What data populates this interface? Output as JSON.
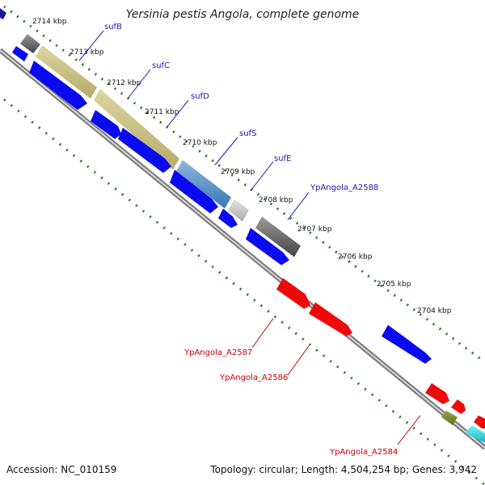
{
  "title": "Yersinia pestis Angola, complete genome",
  "footer": {
    "accession": "Accession: NC_010159",
    "topology": "Topology: circular; Length: 4,504,254 bp; Genes: 3,942"
  },
  "colors": {
    "forward_cds": "#0a0aee",
    "reverse_cds": "#ee0a0a",
    "gene_label_forward": "#1a1aaa",
    "gene_label_reverse": "#cc0000",
    "tick_mark": "#1f7a1f",
    "backbone": "#888888"
  },
  "ticks": [
    "2714 kbp",
    "2713 kbp",
    "2712 kbp",
    "2711 kbp",
    "2710 kbp",
    "2709 kbp",
    "2708 kbp",
    "2707 kbp",
    "2706 kbp",
    "2705 kbp",
    "2704 kbp"
  ],
  "forward_gene_labels": [
    "sufB",
    "sufC",
    "sufD",
    "sufS",
    "sufE",
    "YpAngola_A2588"
  ],
  "reverse_gene_labels": [
    "YpAngola_A2587",
    "YpAngola_A2586",
    "YpAngola_A2584"
  ]
}
